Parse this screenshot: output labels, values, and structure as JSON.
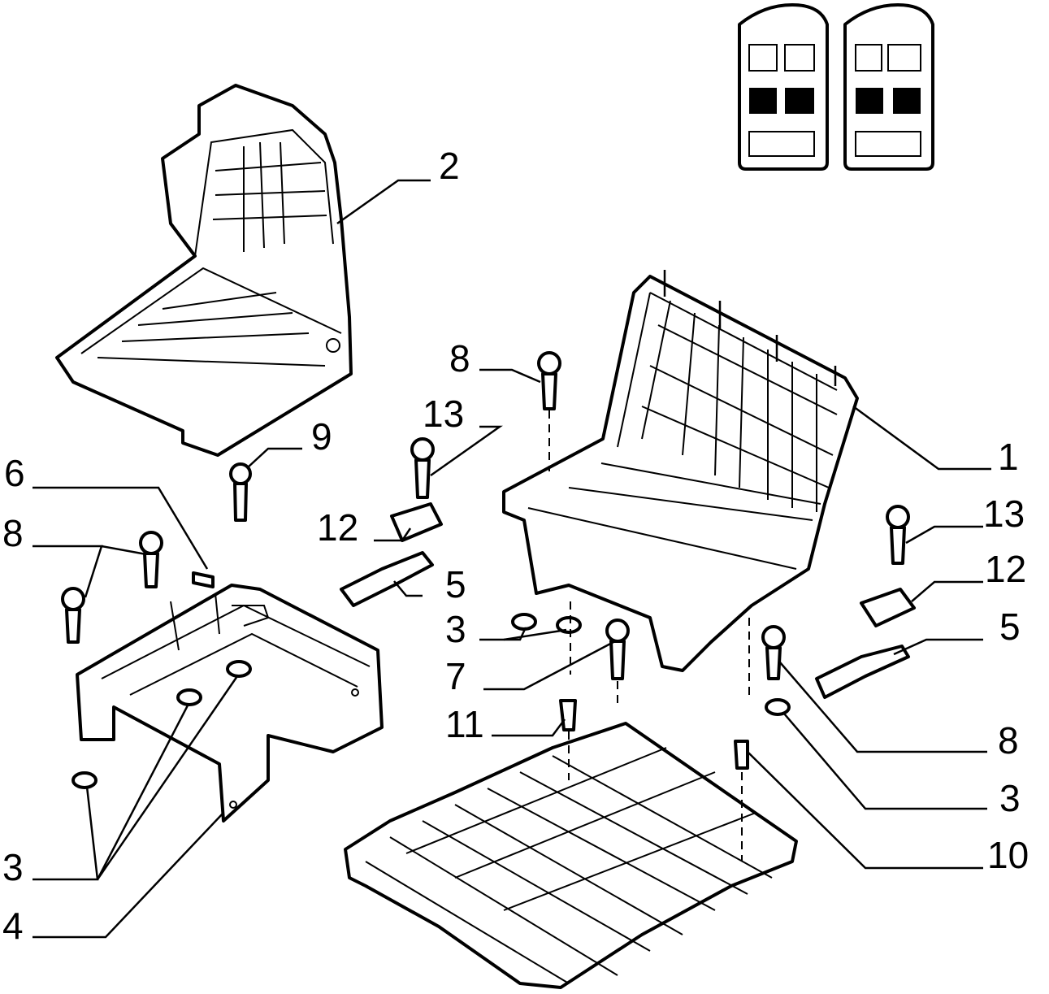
{
  "labels": {
    "l1": "1",
    "l2": "2",
    "l3a": "3",
    "l3b": "3",
    "l3c": "3",
    "l4": "4",
    "l5a": "5",
    "l5b": "5",
    "l6": "6",
    "l7": "7",
    "l8a": "8",
    "l8b": "8",
    "l8c": "8",
    "l9": "9",
    "l10": "10",
    "l11": "11",
    "l12a": "12",
    "l12b": "12",
    "l13a": "13",
    "l13b": "13"
  },
  "colors": {
    "ink": "#000000",
    "paper": "#ffffff"
  },
  "icons": [
    "vehicle-seat-layout-icon"
  ]
}
